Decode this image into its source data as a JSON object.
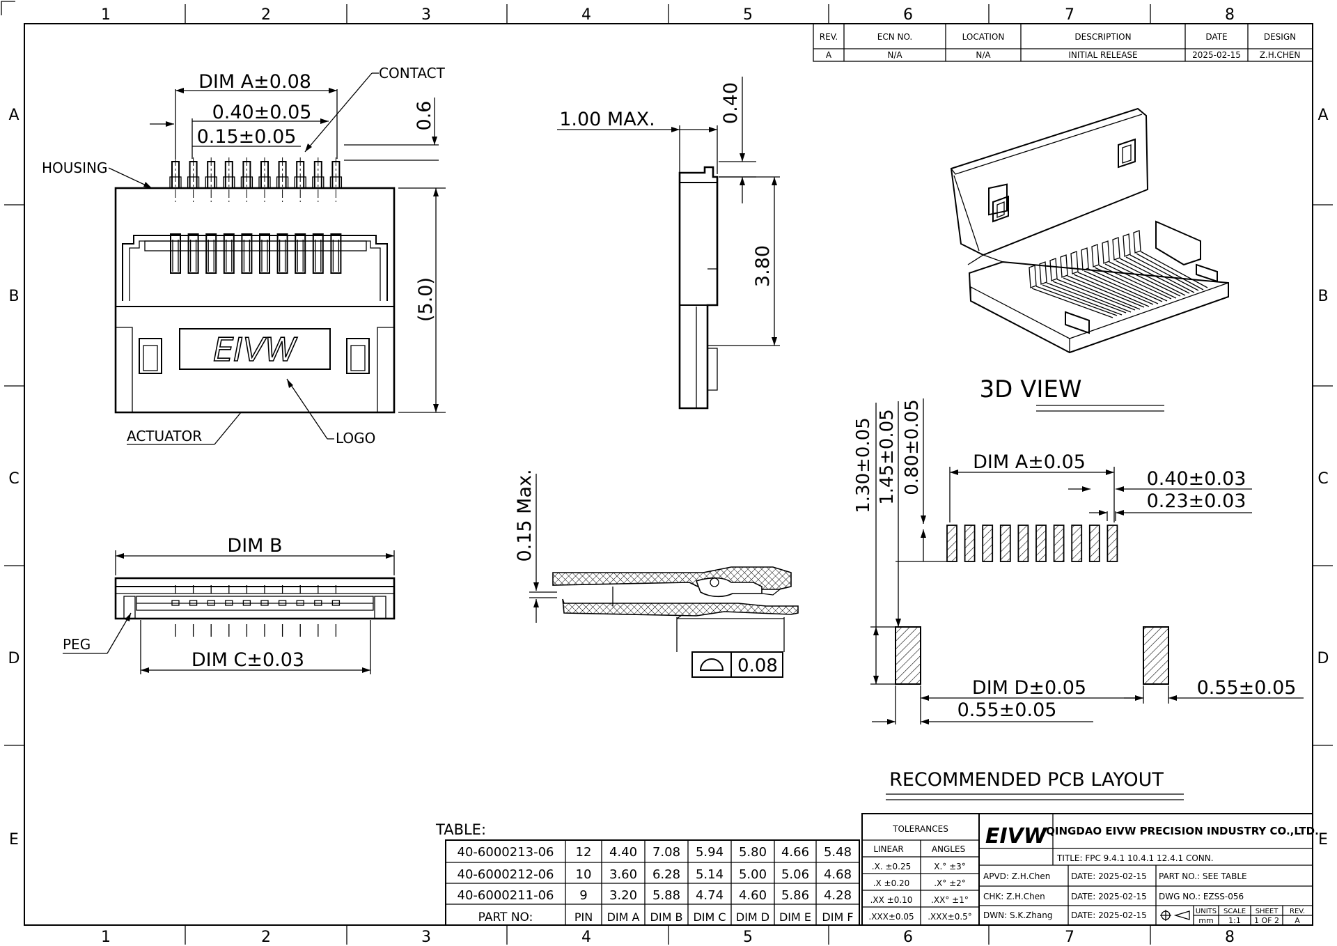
{
  "grid": {
    "columns": [
      "1",
      "2",
      "3",
      "4",
      "5",
      "6",
      "7",
      "8"
    ],
    "rows": [
      "A",
      "B",
      "C",
      "D",
      "E"
    ]
  },
  "revision_block": {
    "headers": [
      "REV.",
      "ECN NO.",
      "LOCATION",
      "DESCRIPTION",
      "DATE",
      "DESIGN"
    ],
    "row": [
      "A",
      "N/A",
      "N/A",
      "INITIAL RELEASE",
      "2025-02-15",
      "Z.H.CHEN"
    ]
  },
  "front_view": {
    "dim_a": "DIM A±0.08",
    "pitch": "0.40±0.05",
    "pin_width": "0.15±0.05",
    "pin_height": "0.6",
    "height": "(5.0)",
    "contact": "CONTACT",
    "housing": "HOUSING",
    "actuator": "ACTUATOR",
    "logo": "LOGO",
    "brand": "EIVW"
  },
  "side_view": {
    "max_width": "1.00 MAX.",
    "top": "0.40",
    "height": "3.80"
  },
  "bottom_view": {
    "dim_b": "DIM B",
    "dim_c": "DIM C±0.03",
    "peg": "PEG"
  },
  "section_view": {
    "gap": "0.15 Max.",
    "flatness": "0.08"
  },
  "view_3d": {
    "title": "3D VIEW"
  },
  "pcb_layout": {
    "title": "RECOMMENDED PCB LAYOUT",
    "h1": "1.30±0.05",
    "h2": "1.45±0.05",
    "h3": "0.80±0.05",
    "dim_a": "DIM A±0.05",
    "pitch": "0.40±0.03",
    "pad_width": "0.23±0.03",
    "dim_d": "DIM D±0.05",
    "peg_w": "0.55±0.05",
    "peg_w_right": "0.55±0.05"
  },
  "table": {
    "label": "TABLE:",
    "rows": [
      [
        "40-6000213-06",
        "12",
        "4.40",
        "7.08",
        "5.94",
        "5.80",
        "4.66",
        "5.48"
      ],
      [
        "40-6000212-06",
        "10",
        "3.60",
        "6.28",
        "5.14",
        "5.00",
        "5.06",
        "4.68"
      ],
      [
        "40-6000211-06",
        "9",
        "3.20",
        "5.88",
        "4.74",
        "4.60",
        "5.86",
        "4.28"
      ]
    ],
    "header": [
      "PART NO:",
      "PIN",
      "DIM A",
      "DIM B",
      "DIM C",
      "DIM D",
      "DIM E",
      "DIM F"
    ]
  },
  "title_block": {
    "tolerances": "TOLERANCES",
    "linear": "LINEAR",
    "angles": "ANGLES",
    "tol_rows": [
      [
        ".X. ±0.25",
        "X.° ±3°"
      ],
      [
        ".X ±0.20",
        ".X° ±2°"
      ],
      [
        ".XX ±0.10",
        ".XX° ±1°"
      ],
      [
        ".XXX±0.05",
        ".XXX±0.5°"
      ]
    ],
    "logo": "EIVW",
    "company": "QINGDAO EIVW PRECISION INDUSTRY CO.,LTD.",
    "title": "TITLE: FPC 9.4.1 10.4.1 12.4.1 CONN.",
    "apvd": "APVD: Z.H.Chen",
    "chk": "CHK: Z.H.Chen",
    "dwn": "DWN: S.K.Zhang",
    "date1": "DATE: 2025-02-15",
    "date2": "DATE: 2025-02-15",
    "date3": "DATE: 2025-02-15",
    "part_no": "PART NO.: SEE TABLE",
    "dwg_no": "DWG NO.: EZSS-056",
    "units_label": "UNITS",
    "units": "mm",
    "scale_label": "SCALE",
    "scale": "1:1",
    "sheet_label": "SHEET",
    "sheet": "1 OF 2",
    "rev_label": "REV.",
    "rev": "A"
  }
}
